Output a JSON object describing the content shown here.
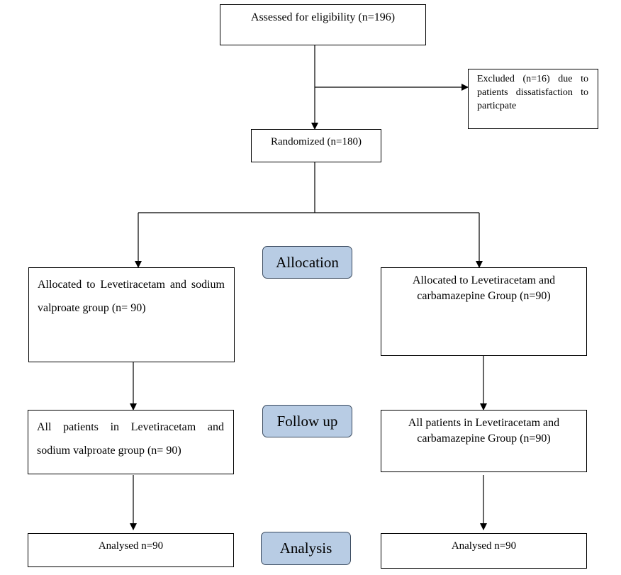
{
  "flowchart": {
    "assessed": "Assessed for eligibility (n=196)",
    "excluded": "Excluded (n=16) due to patients dissatisfaction to particpate",
    "randomized": "Randomized (n=180)",
    "stages": {
      "allocation": "Allocation",
      "follow_up": "Follow up",
      "analysis": "Analysis"
    },
    "left_arm": {
      "allocated": "Allocated to Levetiracetam and sodium valproate group (n= 90)",
      "follow_up": "All patients in Levetiracetam and sodium valproate group (n= 90)",
      "analysed": "Analysed n=90"
    },
    "right_arm": {
      "allocated": "Allocated to Levetiracetam and carbamazepine Group (n=90)",
      "follow_up": "All patients in Levetiracetam and carbamazepine Group (n=90)",
      "analysed": "Analysed n=90"
    }
  }
}
